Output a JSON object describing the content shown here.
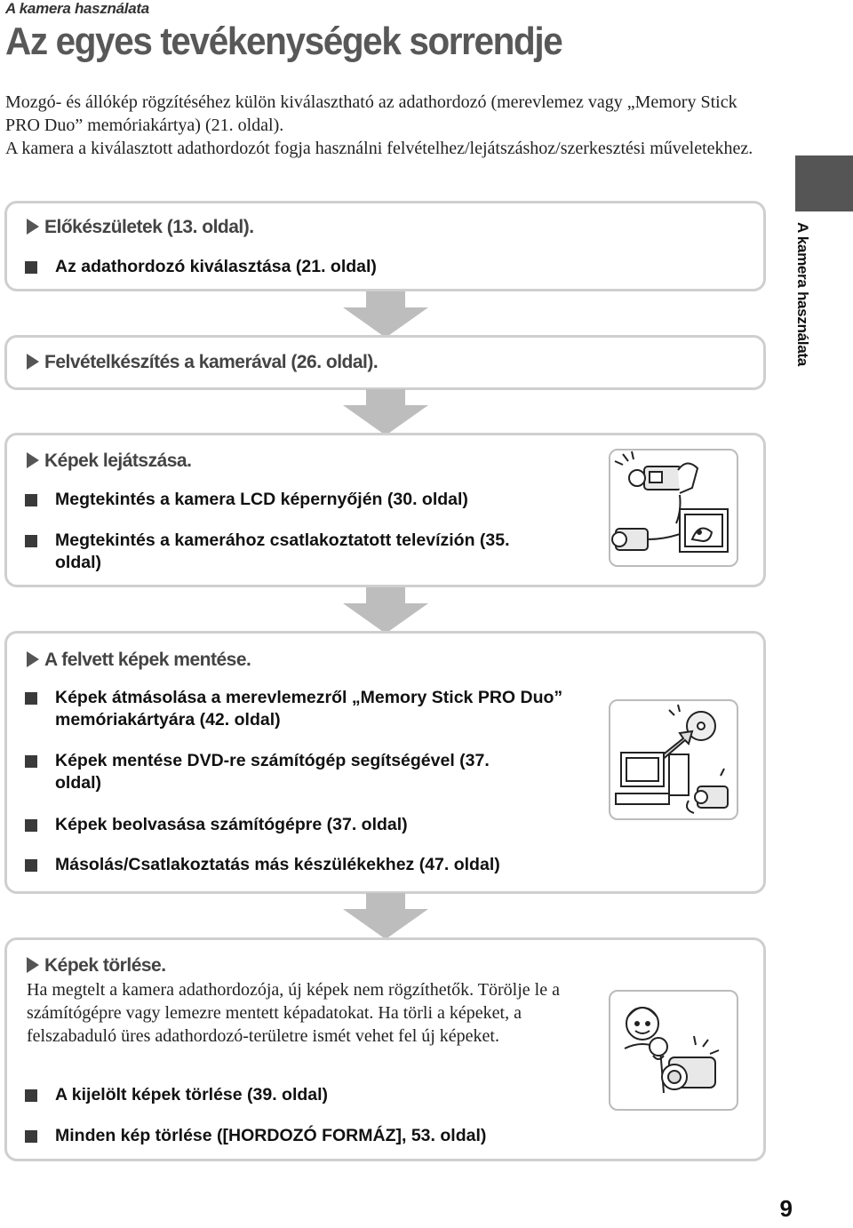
{
  "running_head": "A kamera használata",
  "title": "Az egyes tevékenységek sorrendje",
  "intro": [
    "Mozgó- és állókép rögzítéséhez külön kiválasztható az adathordozó (merevlemez vagy „Memory Stick PRO Duo” memóriakártya) (21. oldal).",
    "A kamera a kiválasztott adathordozót fogja használni felvételhez/lejátszáshoz/szerkesztési műveletekhez."
  ],
  "side_tab": "A kamera használata",
  "steps": {
    "prep": {
      "head": "Előkészületek (13. oldal).",
      "items": [
        "Az adathordozó kiválasztása (21. oldal)"
      ]
    },
    "record": {
      "head": "Felvételkészítés a kamerával (26. oldal)."
    },
    "play": {
      "head": "Képek lejátszása.",
      "items": [
        "Megtekintés a kamera LCD képernyőjén (30. oldal)",
        "Megtekintés a kamerához csatlakoztatott televízión (35. oldal)"
      ]
    },
    "save": {
      "head": "A felvett képek mentése.",
      "items": [
        "Képek átmásolása a merevlemezről „Memory Stick PRO Duo” memóriakártyára (42. oldal)",
        "Képek mentése DVD-re számítógép segítségével (37. oldal)",
        "Képek beolvasása számítógépre (37. oldal)",
        "Másolás/Csatlakoztatás más készülékekhez (47. oldal)"
      ]
    },
    "delete": {
      "head": "Képek törlése.",
      "text": "Ha megtelt a kamera adathordozója, új képek nem rögzíthetők. Törölje le a számítógépre vagy lemezre mentett képadatokat. Ha törli a képeket, a felszabaduló üres adathordozó-területre ismét vehet fel új képeket.",
      "items": [
        "A kijelölt képek törlése (39. oldal)",
        "Minden kép törlése ([HORDOZÓ FORMÁZ], 53. oldal)"
      ]
    }
  },
  "page_number": "9",
  "colors": {
    "box_border": "#cfcfcf",
    "arrow": "#bdbdbd",
    "title": "#585858",
    "tab": "#555555"
  }
}
